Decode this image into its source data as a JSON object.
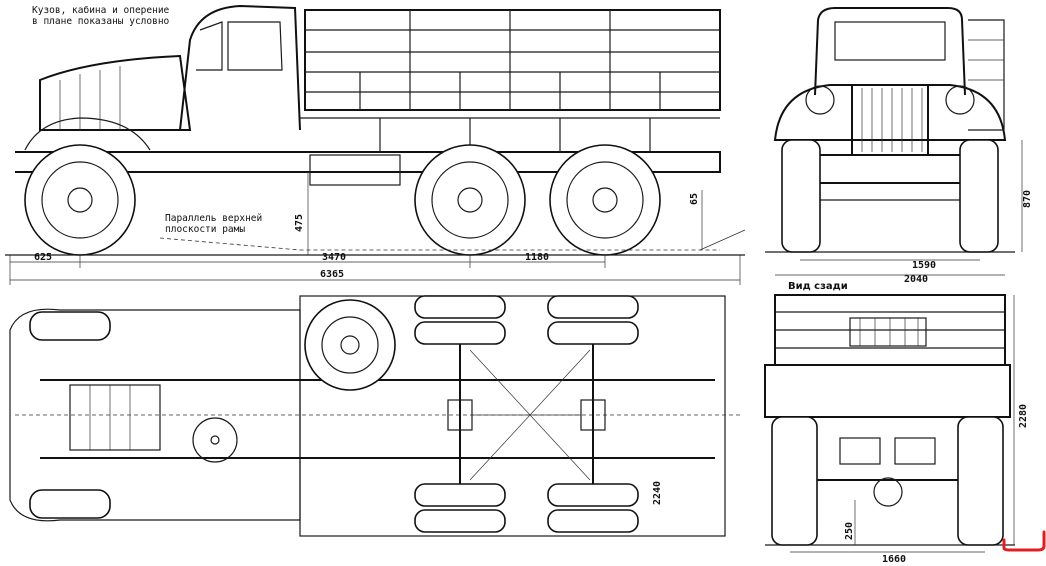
{
  "notes": {
    "top_left_line1": "Кузов, кабина и оперение",
    "top_left_line2": "в плане показаны условно",
    "frame_line1": "Параллель верхней",
    "frame_line2": "плоскости рамы",
    "rear_view": "Вид сзади"
  },
  "dimensions": {
    "front_overhang": "625",
    "wheelbase_front": "3470",
    "rear_bogie": "1180",
    "overall_length": "6365",
    "frame_height": "475",
    "ground_clearance_65": "65",
    "front_track": "1590",
    "overall_width": "2040",
    "front_height_870": "870",
    "rear_height_2280": "2280",
    "rear_clearance_250": "250",
    "rear_track": "1660",
    "frame_width_2240": "2240"
  },
  "colors": {
    "ink": "#1a1a1a",
    "marker": "#e02020"
  }
}
